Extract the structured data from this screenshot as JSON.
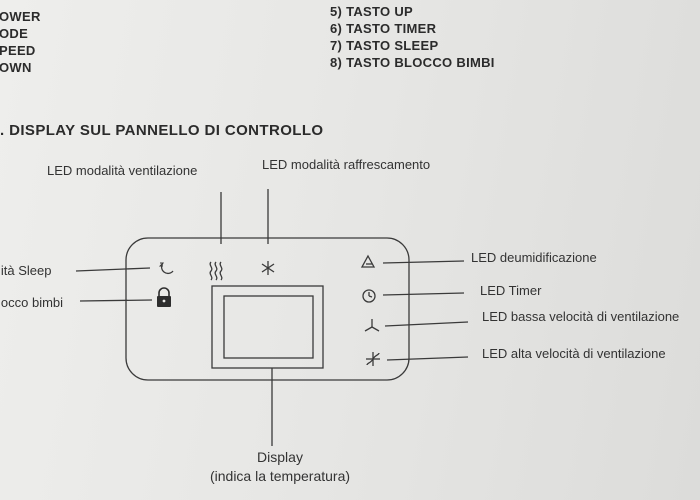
{
  "top_left_list": [
    "OWER",
    "ODE",
    "PEED",
    "OWN"
  ],
  "top_right_list": [
    "5) TASTO UP",
    "6) TASTO TIMER",
    "7) TASTO SLEEP",
    "8) TASTO BLOCCO BIMBI"
  ],
  "section_title": ". DISPLAY SUL PANNELLO DI CONTROLLO",
  "labels": {
    "ventilazione": "LED modalità ventilazione",
    "raffrescamento": "LED modalità raffrescamento",
    "sleep": "lità Sleep",
    "blocco": "locco bimbi",
    "deumidificazione": "LED deumidificazione",
    "timer": "LED Timer",
    "bassa": "LED bassa velocità di ventilazione",
    "alta": "LED alta velocità di ventilazione"
  },
  "display_caption": {
    "line1": "Display",
    "line2": "(indica la temperatura)"
  },
  "icons": {
    "sleep": "moon-sleep-icon",
    "lock": "lock-icon",
    "fan_mode": "heat-wave-icon",
    "cool_mode": "snowflake-icon",
    "dehumidify": "water-drop-icon",
    "timer": "clock-icon",
    "low_speed": "low-fan-icon",
    "high_speed": "high-fan-icon"
  }
}
